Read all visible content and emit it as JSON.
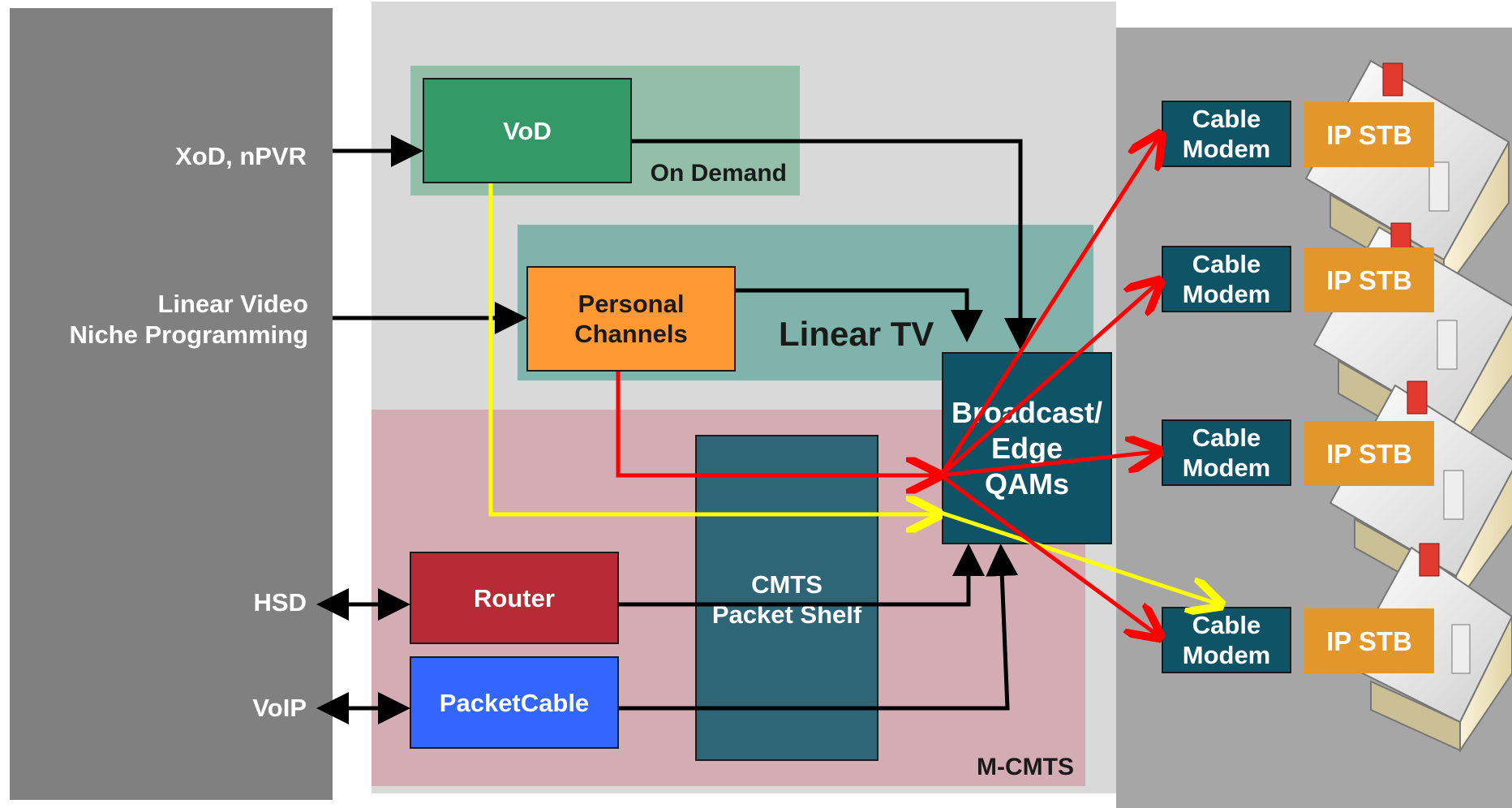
{
  "inputs": {
    "xod": "XoD, nPVR",
    "linear_line1": "Linear Video",
    "linear_line2": "Niche Programming",
    "hsd": "HSD",
    "voip": "VoIP"
  },
  "regions": {
    "on_demand": "On Demand",
    "linear_tv": "Linear TV",
    "mcmts": "M-CMTS"
  },
  "nodes": {
    "vod": "VoD",
    "personal_line1": "Personal",
    "personal_line2": "Channels",
    "qam_line1": "Broadcast/",
    "qam_line2": "Edge",
    "qam_line3": "QAMs",
    "cmts_line1": "CMTS",
    "cmts_line2": "Packet Shelf",
    "router": "Router",
    "packetcable": "PacketCable"
  },
  "homes": [
    {
      "modem_line1": "Cable",
      "modem_line2": "Modem",
      "stb": "IP STB"
    },
    {
      "modem_line1": "Cable",
      "modem_line2": "Modem",
      "stb": "IP STB"
    },
    {
      "modem_line1": "Cable",
      "modem_line2": "Modem",
      "stb": "IP STB"
    },
    {
      "modem_line1": "Cable",
      "modem_line2": "Modem",
      "stb": "IP STB"
    }
  ],
  "colors": {
    "left_panel": "#808080",
    "center_bg": "#d9d9d9",
    "right_panel": "#a6a6a6",
    "on_demand_region": "#93bfa8",
    "linear_region": "#7fb3ab",
    "mcmts_region": "#d3adb3",
    "vod": "#339966",
    "personal_channels": "#ff9933",
    "qam": "#0e5466",
    "cmts": "#2e6577",
    "router": "#b82a36",
    "packetcable": "#3366ff",
    "cable_modem": "#0e5466",
    "ip_stb": "#e3962a",
    "arrow_red": "#ff0000",
    "arrow_yellow": "#ffff00"
  }
}
